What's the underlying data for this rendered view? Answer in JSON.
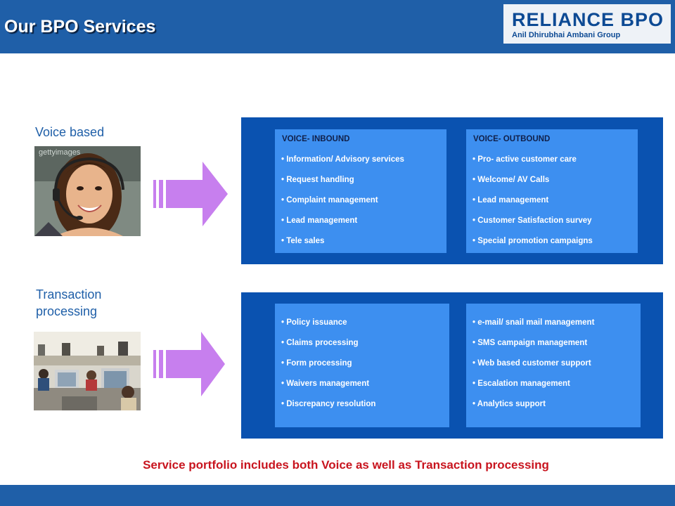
{
  "header": {
    "title": "Our BPO Services",
    "logo_name": "RELIANCE BPO",
    "logo_sub": "Anil Dhirubhai Ambani Group"
  },
  "sections": [
    {
      "label": "Voice based",
      "photo_watermark": "gettyimages",
      "columns": [
        {
          "heading": "VOICE- INBOUND",
          "items": [
            "Information/ Advisory services",
            "Request handling",
            "Complaint management",
            "Lead management",
            "Tele sales"
          ]
        },
        {
          "heading": "VOICE- OUTBOUND",
          "items": [
            "Pro- active customer care",
            "Welcome/ AV Calls",
            "Lead management",
            "Customer Satisfaction survey",
            "Special promotion campaigns"
          ]
        }
      ]
    },
    {
      "label_line1": "Transaction",
      "label_line2": "processing",
      "columns": [
        {
          "items": [
            "Policy issuance",
            "Claims processing",
            "Form processing",
            "Waivers management",
            "Discrepancy resolution"
          ]
        },
        {
          "items": [
            "e-mail/ snail mail management",
            "SMS campaign management",
            "Web based customer support",
            "Escalation management",
            "Analytics support"
          ]
        }
      ]
    }
  ],
  "footer_note": "Service portfolio includes both Voice as well as Transaction processing",
  "colors": {
    "header_blue": "#1f5fa8",
    "panel_blue": "#0a52b0",
    "box_blue": "#3d8ff0",
    "arrow_purple": "#c77fee",
    "footer_red": "#c8141e"
  }
}
